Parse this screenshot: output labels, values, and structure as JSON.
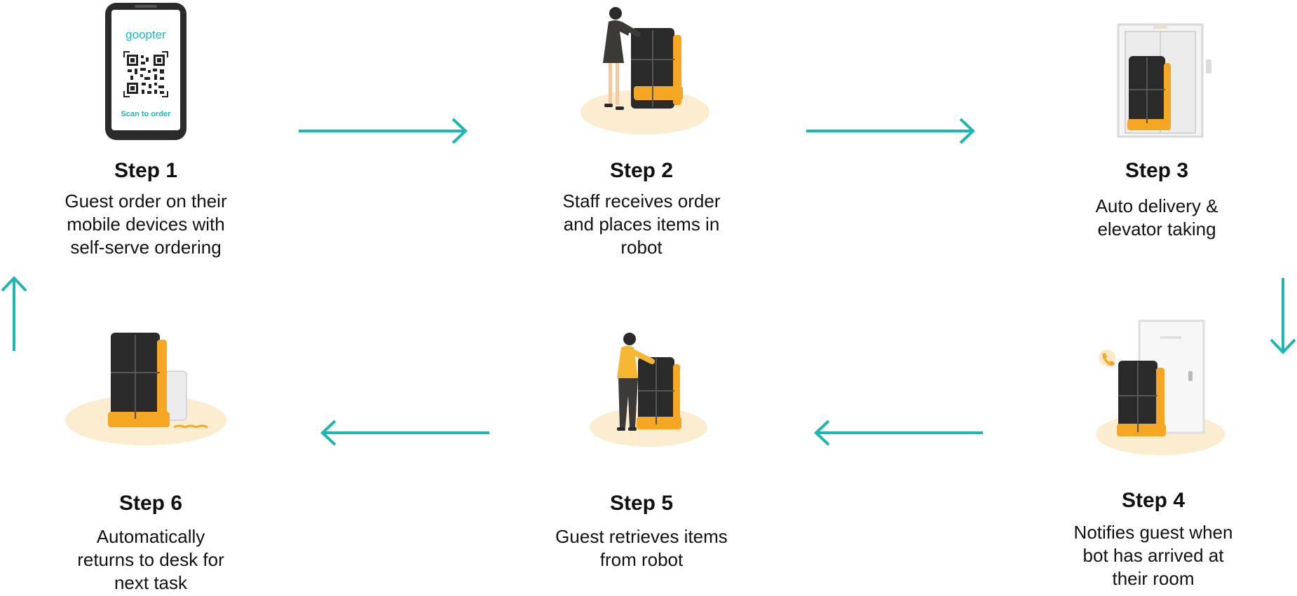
{
  "brand": {
    "logo_text": "goopter",
    "qr_caption": "Scan to order"
  },
  "colors": {
    "accent": "#1fb6b2",
    "robot_body": "#2a2a2a",
    "robot_accent": "#f5a623",
    "floor_glow": "#fde9c4"
  },
  "steps": [
    {
      "title": "Step 1",
      "lines": [
        "Guest order on their",
        "mobile devices with",
        "self-serve ordering"
      ],
      "icon": "phone-qr-icon"
    },
    {
      "title": "Step 2",
      "lines": [
        "Staff receives order",
        "and places items in",
        "robot"
      ],
      "icon": "staff-loading-robot-icon"
    },
    {
      "title": "Step 3",
      "lines": [
        "Auto delivery &",
        "elevator taking"
      ],
      "icon": "robot-elevator-icon"
    },
    {
      "title": "Step 4",
      "lines": [
        "Notifies guest when",
        "bot has arrived at",
        "their room"
      ],
      "icon": "robot-door-icon"
    },
    {
      "title": "Step 5",
      "lines": [
        "Guest retrieves items",
        "from robot"
      ],
      "icon": "guest-retrieving-icon"
    },
    {
      "title": "Step 6",
      "lines": [
        "Automatically",
        "returns to desk for",
        "next task"
      ],
      "icon": "robot-charging-icon"
    }
  ]
}
